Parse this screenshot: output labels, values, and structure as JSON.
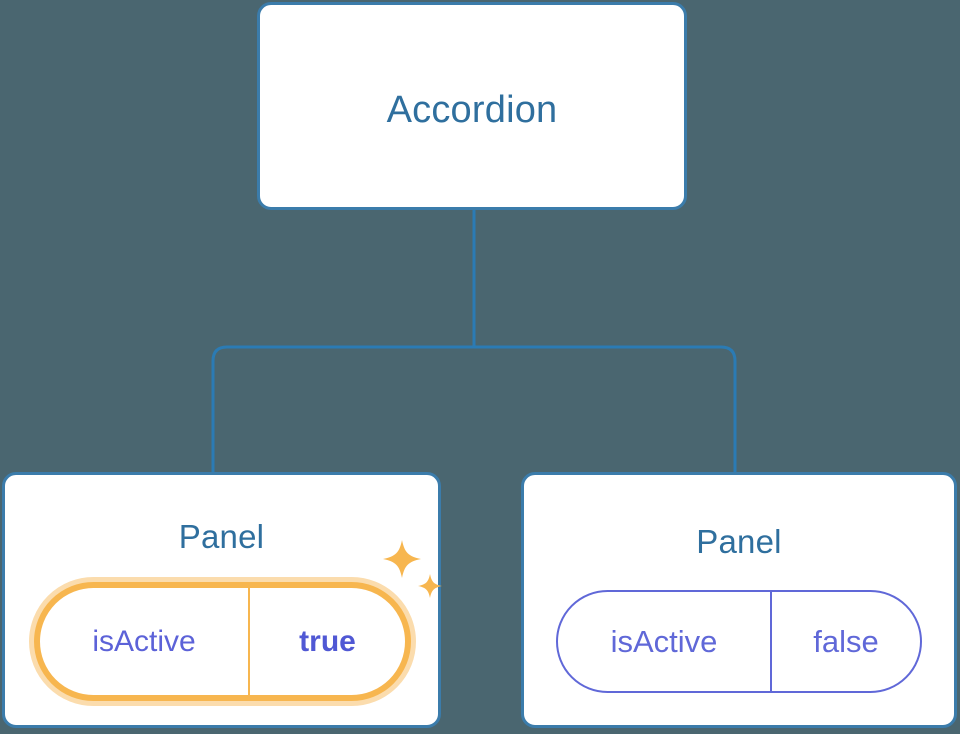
{
  "diagram": {
    "type": "component-tree",
    "background_color": "#4a6670",
    "node_border_color": "#3b7cab",
    "node_text_color": "#2f6f9e",
    "connector_color": "#2b7bb4",
    "highlight_color": "#f7b64f",
    "highlight_glow_color": "#fbdcad",
    "prop_text_color": "#6068d8",
    "nodes": [
      {
        "id": "accordion",
        "title": "Accordion",
        "highlighted": false
      },
      {
        "id": "panel-0",
        "title": "Panel",
        "highlighted": true,
        "prop": {
          "key": "isActive",
          "value": "true"
        }
      },
      {
        "id": "panel-1",
        "title": "Panel",
        "highlighted": false,
        "prop": {
          "key": "isActive",
          "value": "false"
        }
      }
    ],
    "edges": [
      {
        "from": "accordion",
        "to": "panel-0"
      },
      {
        "from": "accordion",
        "to": "panel-1"
      }
    ],
    "decorations": [
      {
        "name": "sparkle-large",
        "color": "#f7b64f"
      },
      {
        "name": "sparkle-small",
        "color": "#f7b64f"
      }
    ]
  }
}
